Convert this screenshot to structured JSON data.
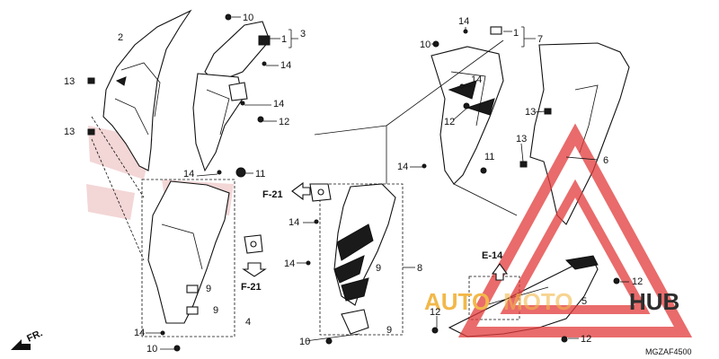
{
  "diagram": {
    "callouts": {
      "c1a": "1",
      "c1b": "1",
      "c2": "2",
      "c3": "3",
      "c4": "4",
      "c5": "5",
      "c6": "6",
      "c7": "7",
      "c8": "8",
      "c9a": "9",
      "c9b": "9",
      "c9c": "9",
      "c9d": "9",
      "c10a": "10",
      "c10b": "10",
      "c10c": "10",
      "c10d": "10",
      "c11a": "11",
      "c11b": "11",
      "c12a": "12",
      "c12b": "12",
      "c12c": "12",
      "c12d": "12",
      "c12e": "12",
      "c13a": "13",
      "c13b": "13",
      "c13c": "13",
      "c13d": "13",
      "c14a": "14",
      "c14b": "14",
      "c14c": "14",
      "c14d": "14",
      "c14e": "14",
      "c14f": "14",
      "c14g": "14",
      "c14h": "14",
      "c14i": "14"
    },
    "refs": {
      "f21_left": "F-21",
      "f21_bottom": "F-21",
      "e14": "E-14"
    },
    "direction": "FR.",
    "code": "MGZAF4500"
  },
  "watermark": {
    "brand_a": "AUTO",
    "brand_b": "MOTO",
    "brand_c": "HUB",
    "color_accent": "#f2b84a",
    "color_red": "#e23a3a"
  }
}
